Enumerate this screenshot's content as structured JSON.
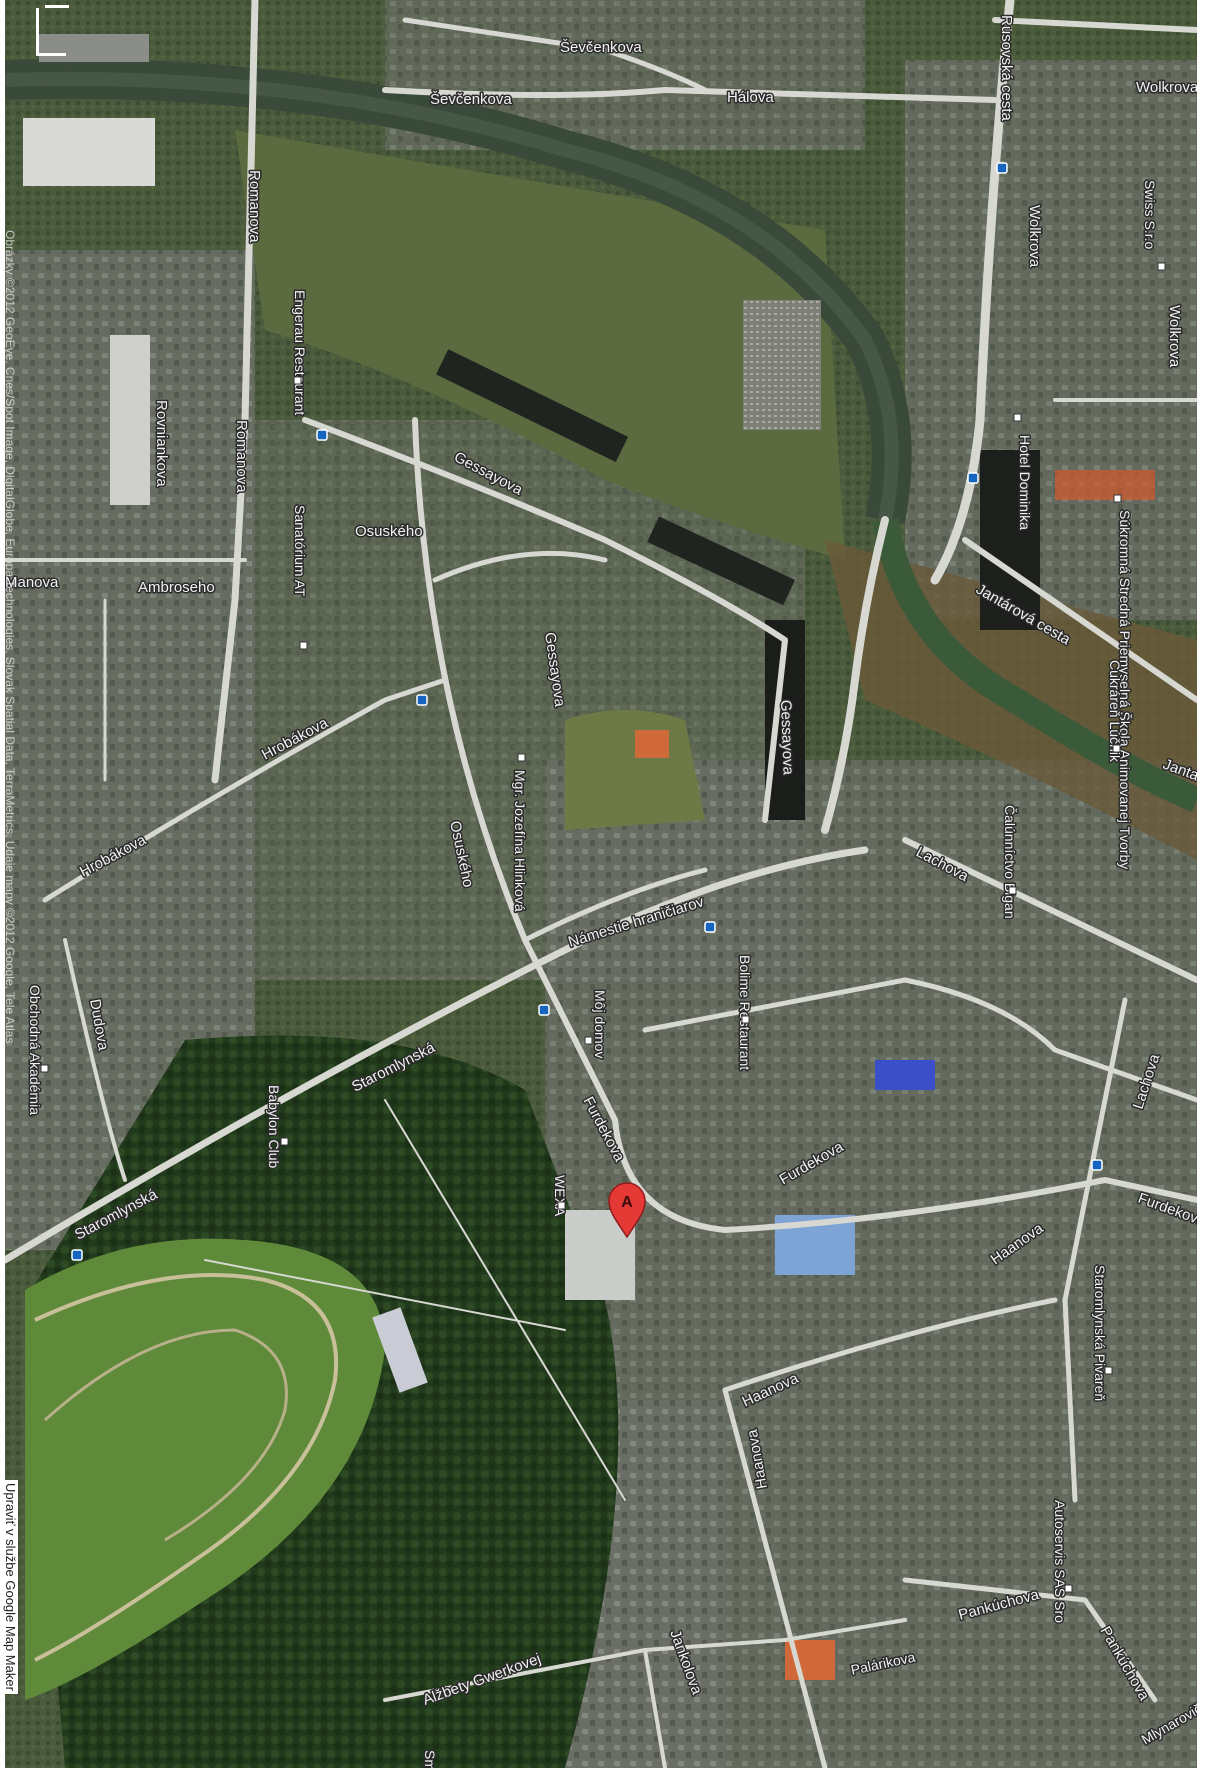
{
  "map": {
    "type": "satellite",
    "marker": {
      "label": "A",
      "color": "#e53935"
    },
    "edit_link": "Upraviť v službe Google Map Maker",
    "copyright": "Obrázky ©2012 GeoEye, Cnes/Spot Image, DigitalGlobe, Europa Technologies, Slovak Spatial Data, TerraMetrics, Údaje mapy ©2012 Google, Tele Atlas",
    "streets": [
      "Ševčenkova",
      "Ševčenkova",
      "Hálova",
      "Rusovská cesta",
      "Wolkrova",
      "Wolkrova",
      "Wolkrova",
      "Romanova",
      "Romanova",
      "Rovniankova",
      "Manova",
      "Ambroseho",
      "Osuského",
      "Osuského",
      "Gessayova",
      "Gessayova",
      "Gessayova",
      "Jantárová cesta",
      "Janta",
      "Hrobákova",
      "Hrobákova",
      "Námestie hraničiarov",
      "Lachova",
      "Lachova",
      "Staromlynská",
      "Staromlynská",
      "Dudova",
      "Furdekova",
      "Furdekova",
      "Furdekova",
      "Haanova",
      "Haanova",
      "Haanova",
      "Jankolova",
      "Alžbety Gwerkovej",
      "Pankúchova",
      "Pankúchova",
      "Palárikova",
      "Smolenova",
      "Mlynarovičova"
    ],
    "pois": [
      "Engerau Restaurant",
      "Sanatórium AT",
      "Mgr. Jozefína Hlinková",
      "Hotel Dominika",
      "Súkromná Stredná Priemyselná Škola Animovanej Tvorby",
      "Cukráreň Lúčnik",
      "Čalúnníctvo Bigan",
      "Bolime Restaurant",
      "Môj domov",
      "Obchodná Akadémia",
      "Babylon Club",
      "WEXA",
      "Staromlynská Pivareň",
      "Autoservis SAS Sro",
      "Swiss S.r.o"
    ]
  }
}
